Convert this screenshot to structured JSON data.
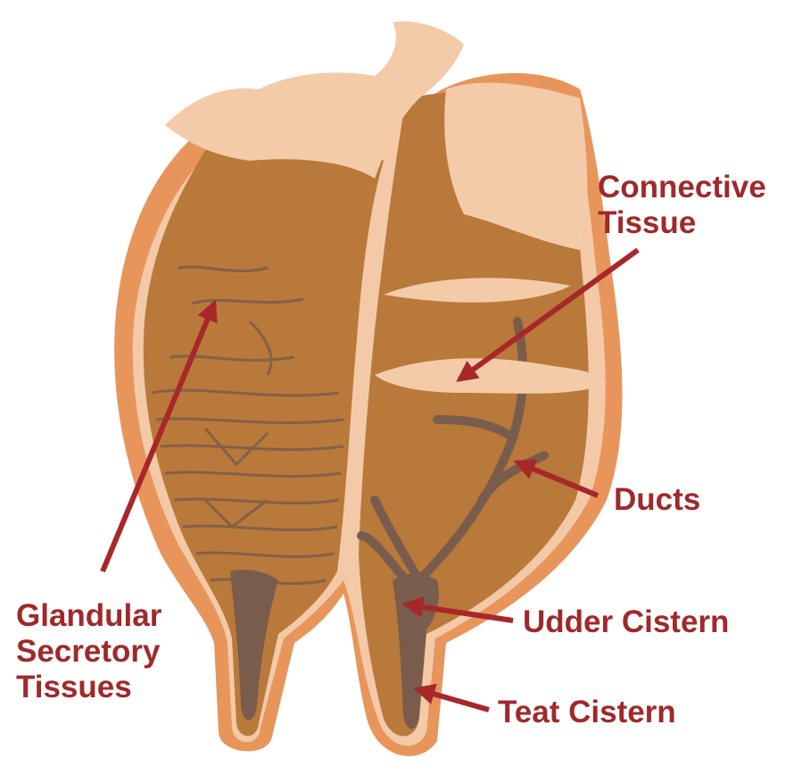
{
  "labels": {
    "connective": [
      "Connective",
      "Tissue"
    ],
    "ducts": "Ducts",
    "udder_cistern": "Udder Cistern",
    "teat_cistern": "Teat Cistern",
    "glandular": [
      "Glandular",
      "Secretory",
      "Tissues"
    ]
  },
  "colors": {
    "label_text": "#a0292a",
    "arrow": "#a8272a",
    "skin_outer": "#e8955c",
    "skin_inner": "#f3c9a8",
    "gland_tissue": "#b9793a",
    "connective": "#f3cba9",
    "duct": "#7a5c4c"
  }
}
